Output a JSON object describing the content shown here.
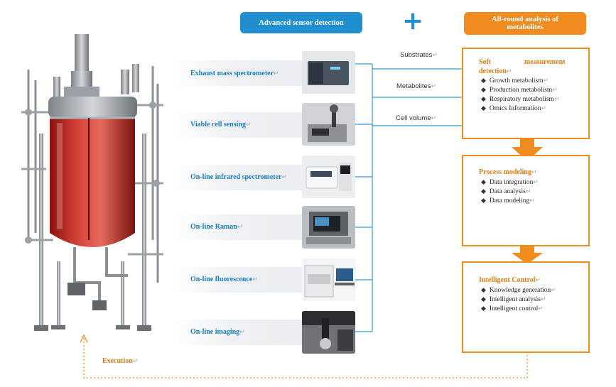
{
  "header": {
    "left_pill": "Advanced sensor detection",
    "plus": "+",
    "right_pill": "All-round analysis of metabolites"
  },
  "sensors": [
    {
      "label": "Exhaust mass spectrometer",
      "icon": "mass-spectrometer-photo"
    },
    {
      "label": "Viable cell sensing",
      "icon": "cell-sensor-photo"
    },
    {
      "label": "On-line infrared spectrometer",
      "icon": "infrared-spectrometer-photo"
    },
    {
      "label": "On-line Raman",
      "icon": "raman-instrument-photo"
    },
    {
      "label": "On-line fluorescence",
      "icon": "fluorescence-instrument-photo"
    },
    {
      "label": "On-line imaging",
      "icon": "imaging-microscope-photo"
    }
  ],
  "flows": {
    "substrates": "Substrates",
    "metabolites": "Metabolites",
    "cell_volume": "Cell volume"
  },
  "boxes": {
    "soft": {
      "title_a": "Soft",
      "title_b": "measurement",
      "title_c": "detection",
      "items": [
        "Growth metabolism",
        "Production metabolism",
        "Respiratory metabolism",
        "Omics Information"
      ]
    },
    "process": {
      "title": "Process modeling",
      "items": [
        "Data integration",
        "Data analysis",
        "Data modeling"
      ]
    },
    "control": {
      "title": "Intelligent Control",
      "items": [
        "Knowledge generation",
        "Intelligent analysis",
        "Intelligent control"
      ]
    }
  },
  "execution": "Execution",
  "return_mark": "↵",
  "bullet": "◆",
  "colors": {
    "blue": "#1f8fd0",
    "orange": "#f08c1e",
    "label_blue": "#1a7dc4",
    "line_blue": "#3a9bd5"
  }
}
